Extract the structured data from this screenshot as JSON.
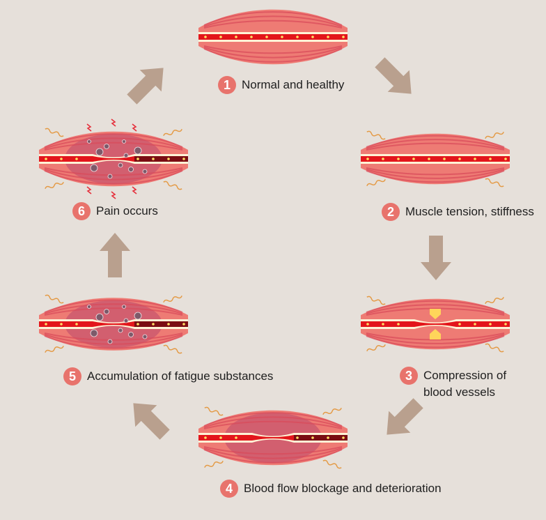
{
  "steps": [
    {
      "number": "1",
      "label": "Normal and healthy"
    },
    {
      "number": "2",
      "label": "Muscle tension, stiffness"
    },
    {
      "number": "3",
      "label": "Compression of\nblood vessels"
    },
    {
      "number": "4",
      "label": "Blood flow blockage and deterioration"
    },
    {
      "number": "5",
      "label": "Accumulation of fatigue substances"
    },
    {
      "number": "6",
      "label": "Pain occurs"
    }
  ],
  "colors": {
    "background": "#e6e0da",
    "badge": "#e8736c",
    "arrow": "#b9a08e",
    "muscle": "#ee7b74",
    "muscle_fatigued": "#c8566e",
    "vessel": "#e3151b"
  }
}
